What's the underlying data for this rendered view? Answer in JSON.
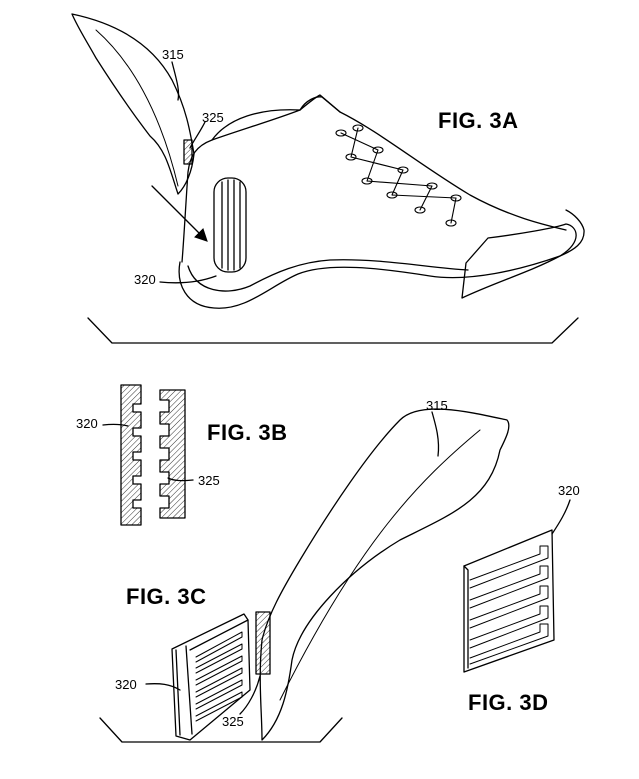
{
  "figures": {
    "fig_3a": "FIG. 3A",
    "fig_3b": "FIG. 3B",
    "fig_3c": "FIG. 3C",
    "fig_3d": "FIG. 3D"
  },
  "reference_numerals": {
    "r315_a": "315",
    "r325_a": "325",
    "r320_a": "320",
    "r320_b": "320",
    "r325_b": "325",
    "r315_c": "315",
    "r320_c": "320",
    "r325_c": "325",
    "r320_d": "320"
  }
}
